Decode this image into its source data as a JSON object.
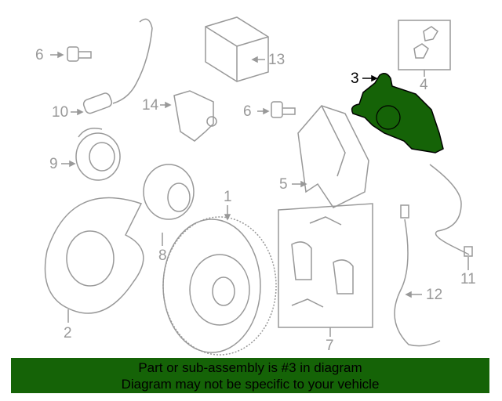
{
  "callouts": [
    {
      "id": "6a",
      "text": "6"
    },
    {
      "id": "13",
      "text": "13"
    },
    {
      "id": "3",
      "text": "3"
    },
    {
      "id": "4",
      "text": "4"
    },
    {
      "id": "10",
      "text": "10"
    },
    {
      "id": "14",
      "text": "14"
    },
    {
      "id": "6b",
      "text": "6"
    },
    {
      "id": "9",
      "text": "9"
    },
    {
      "id": "5",
      "text": "5"
    },
    {
      "id": "1",
      "text": "1"
    },
    {
      "id": "8",
      "text": "8"
    },
    {
      "id": "11",
      "text": "11"
    },
    {
      "id": "12",
      "text": "12"
    },
    {
      "id": "2",
      "text": "2"
    },
    {
      "id": "7",
      "text": "7"
    }
  ],
  "banner": {
    "line1": "Part or sub-assembly is #3 in diagram",
    "line2": "Diagram may not be specific to your vehicle"
  },
  "colors": {
    "highlight": "#156307",
    "line": "#999999",
    "banner": "#156307"
  }
}
